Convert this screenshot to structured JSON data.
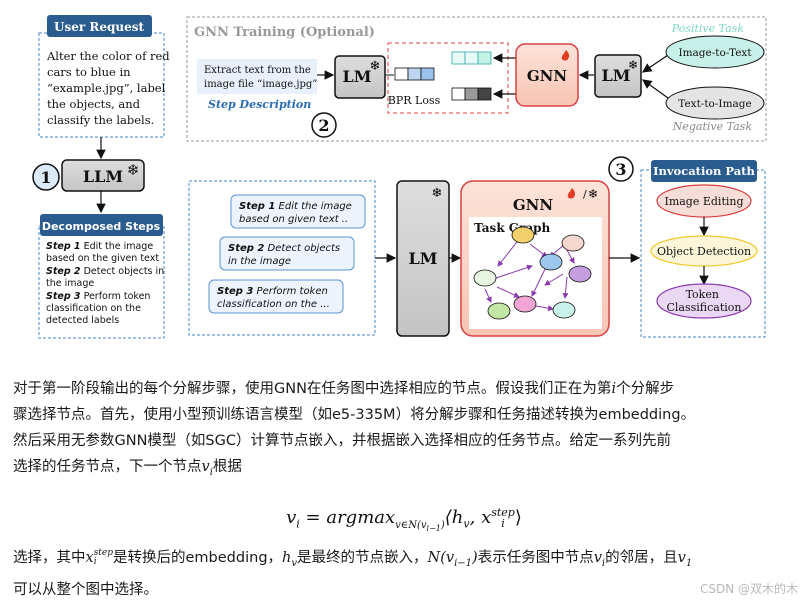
{
  "figure": {
    "user_request": {
      "title": "User Request",
      "text": [
        "Alter the color of red",
        "cars to blue in",
        "“example.jpg”, label",
        "the objects, and",
        "classify the labels."
      ]
    },
    "llm_label": "LLM",
    "badges": [
      "1",
      "2",
      "3"
    ],
    "decomposed": {
      "title": "Decomposed Steps",
      "lines": [
        {
          "b": "Step 1",
          "t": " Edit the image"
        },
        {
          "b": "",
          "t": "based on the given text"
        },
        {
          "b": "Step 2",
          "t": " Detect objects in"
        },
        {
          "b": "",
          "t": "the image"
        },
        {
          "b": "Step 3",
          "t": " Perform token"
        },
        {
          "b": "",
          "t": "classification on the"
        },
        {
          "b": "",
          "t": "detected labels"
        }
      ]
    },
    "training": {
      "title": "GNN Training (Optional)",
      "step_text": [
        "Extract text from the",
        "image file “image.jpg”"
      ],
      "step_desc": "Step Description",
      "lm": "LM",
      "bpr": "BPR Loss",
      "gnn": "GNN",
      "positive_label": "Positive Task",
      "negative_label": "Negative Task",
      "positive_task": "Image-to-Text",
      "negative_task": "Text-to-Image"
    },
    "steps_panel": [
      {
        "b": "Step 1",
        "l1": " Edit the image",
        "l2": "based on  given text .."
      },
      {
        "b": "Step 2",
        "l1": " Detect objects",
        "l2": "in the image"
      },
      {
        "b": "Step 3",
        "l1": " Perform token",
        "l2": "classification on the ..."
      }
    ],
    "lm_main": "LM",
    "gnn_main": "GNN",
    "task_graph": "Task Graph",
    "invocation": {
      "title": "Invocation Path",
      "nodes": [
        "Image Editing",
        "Object Detection",
        "Token Classification"
      ],
      "token_lines": [
        "Token",
        "Classification"
      ]
    },
    "colors": {
      "navy": "#2b5c8f",
      "blue": "#3c78c8",
      "red": "#d94040",
      "yellow": "#f0c830",
      "violet": "#b488cf",
      "mint": "#7fd8c6"
    }
  },
  "paragraph1": {
    "l1a": "对于第一阶段输出的每个分解步骤，使用GNN在任务图中选择相应的节点。假设我们正在为第",
    "l1v": "i",
    "l1b": "个分解步",
    "l2": "骤选择节点。首先，使用小型预训练语言模型（如e5-335M）将分解步骤和任务描述转换为embedding。",
    "l3": "然后采用无参数GNN模型（如SGC）计算节点嵌入，并根据嵌入选择相应的任务节点。给定一系列先前",
    "l4a": "选择的任务节点，下一个节点",
    "l4v": "v",
    "l4vs": "i",
    "l4b": "根据"
  },
  "formula": {
    "lhs": "v",
    "lhs_sub": "i",
    "eq": " = ",
    "op": "argmax",
    "sub": "v∈N(v",
    "sub2": "i−1",
    "sub3": ")",
    "body": "⟨h",
    "body_sub": "v",
    "body2": ", x",
    "sup": "step",
    "sup_sub": "i",
    "close": "⟩"
  },
  "paragraph2": {
    "a": "选择，其中",
    "x": "x",
    "xsup": "step",
    "xsub": "i",
    "b": "是转换后的embedding，",
    "h": "h",
    "hsub": "v",
    "c": "是最终的节点嵌入，",
    "n": "N(v",
    "nsub": "i−1",
    "n2": ")",
    "d": "表示任务图中节点",
    "v": "v",
    "vsub": "i",
    "e": "的邻居，且",
    "v1": "v",
    "v1sub": "1",
    "l2": "可以从整个图中选择。"
  },
  "watermark": "CSDN @双木的木"
}
